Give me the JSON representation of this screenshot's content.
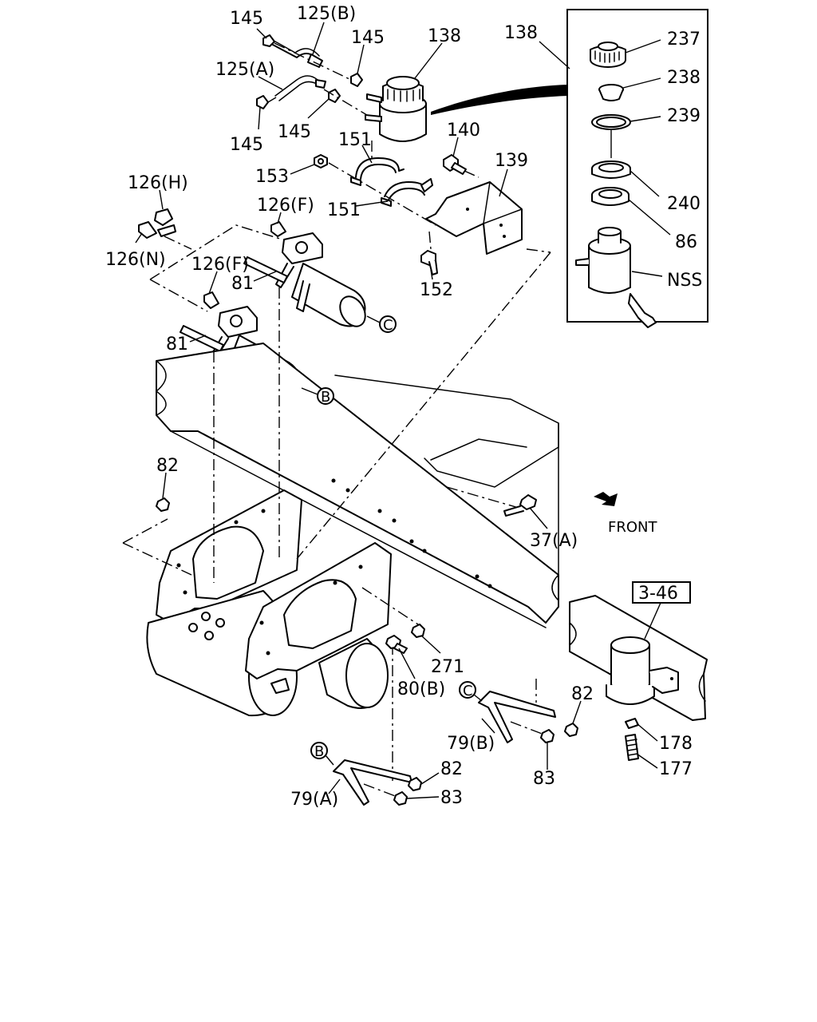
{
  "labels": {
    "l145a": "145",
    "l125b": "125(B)",
    "l145b": "145",
    "l138a": "138",
    "l138b": "138",
    "l125a": "125(A)",
    "l145c": "145",
    "l145d": "145",
    "l237": "237",
    "l238": "238",
    "l239": "239",
    "l240": "240",
    "l86": "86",
    "lnss": "NSS",
    "l140": "140",
    "l151a": "151",
    "l139": "139",
    "l153": "153",
    "l151b": "151",
    "l126h": "126(H)",
    "l126fa": "126(F)",
    "l126n": "126(N)",
    "l126fb": "126(F)",
    "l81a": "81",
    "l152": "152",
    "l81b": "81",
    "l82a": "82",
    "l37a": "37(A)",
    "lfront": "FRONT",
    "l346": "3-46",
    "l271": "271",
    "l80b": "80(B)",
    "l82b": "82",
    "l79b": "79(B)",
    "l83a": "83",
    "l178": "178",
    "l177": "177",
    "l82c": "82",
    "l83b": "83",
    "l79a": "79(A)"
  },
  "callouts": {
    "c_tank1": "C",
    "c_tank2": "B",
    "c_bracket_c": "C",
    "c_bracket_b": "B"
  }
}
